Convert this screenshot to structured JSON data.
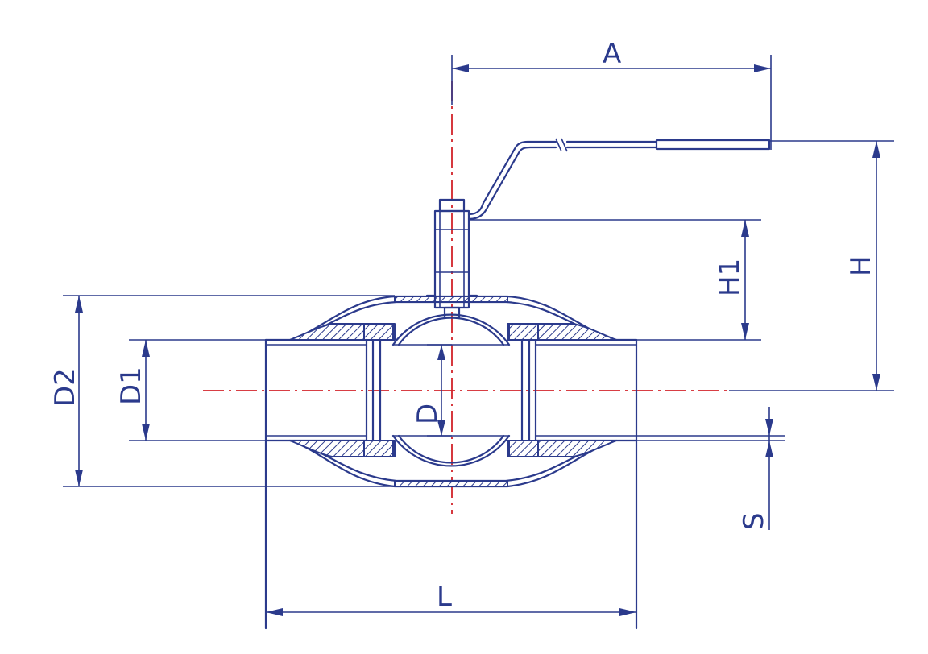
{
  "dimensions": {
    "A": "A",
    "H": "H",
    "H1": "H1",
    "D2": "D2",
    "D1": "D1",
    "D": "D",
    "S": "S",
    "L": "L"
  },
  "colors": {
    "line": "#2b3a8c",
    "axis": "#d2232a",
    "background": "#ffffff"
  }
}
